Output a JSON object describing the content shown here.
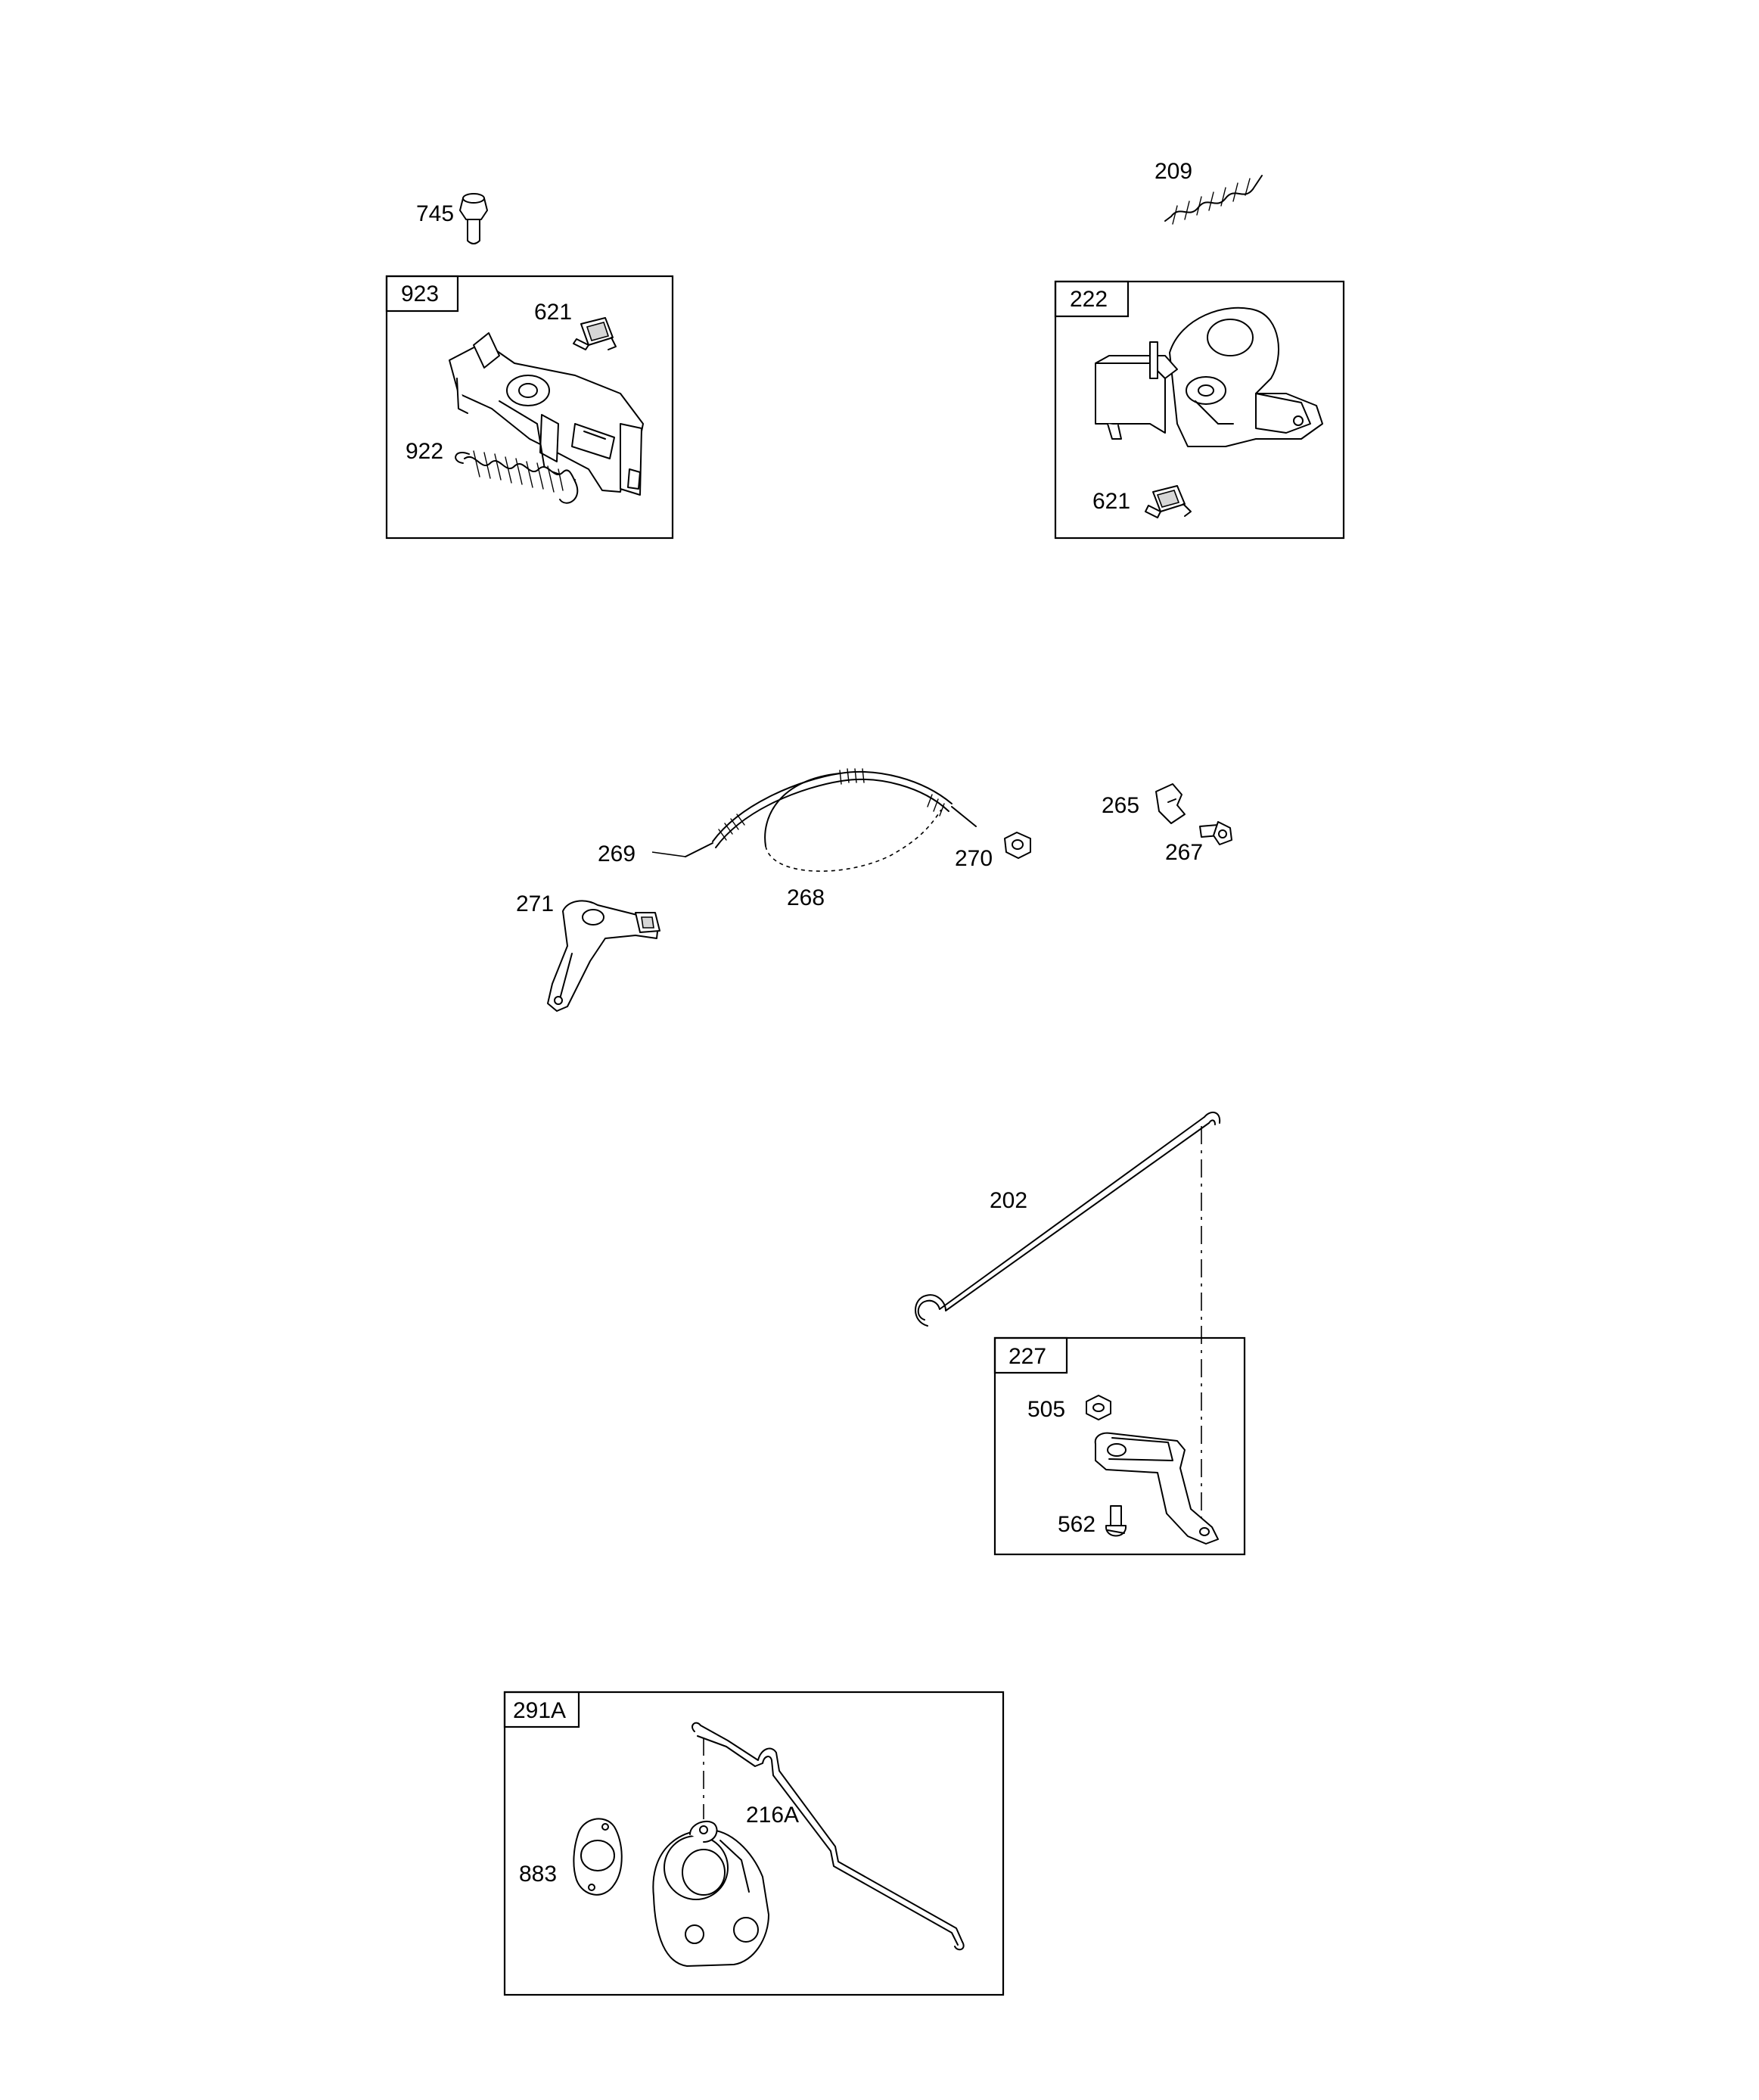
{
  "assemblies": [
    {
      "id": "923",
      "parts": [
        "621",
        "922"
      ]
    },
    {
      "id": "222",
      "parts": [
        "621"
      ]
    },
    {
      "id": "227",
      "parts": [
        "505",
        "562"
      ]
    },
    {
      "id": "291A",
      "parts": [
        "216A",
        "883"
      ]
    }
  ],
  "callouts": {
    "c745": "745",
    "c209": "209",
    "c621a": "621",
    "c922": "922",
    "c621b": "621",
    "c265": "265",
    "c267": "267",
    "c269": "269",
    "c270": "270",
    "c268": "268",
    "c271": "271",
    "c202": "202",
    "c505": "505",
    "c562": "562",
    "c216A": "216A",
    "c883": "883"
  },
  "box_labels": {
    "b923": "923",
    "b222": "222",
    "b227": "227",
    "b291A": "291A"
  }
}
